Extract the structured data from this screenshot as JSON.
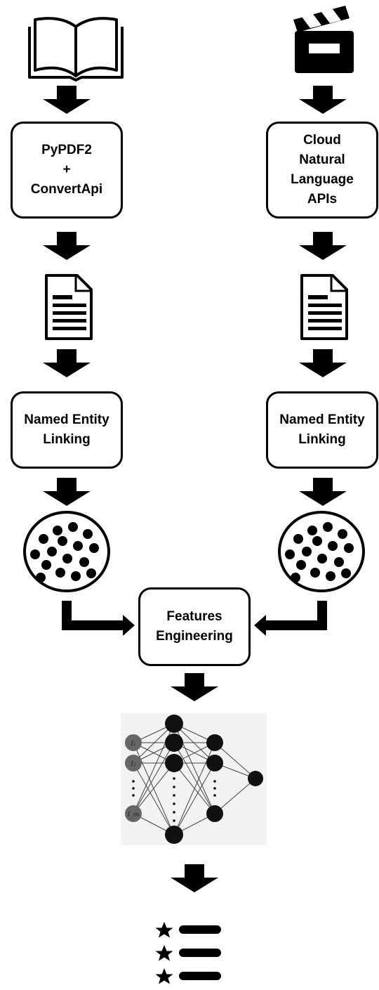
{
  "pipeline": {
    "left_process": {
      "label": "PyPDF2\n+\nConvertApi"
    },
    "right_process": {
      "label": "Cloud\nNatural\nLanguage\nAPIs"
    },
    "left_nel": {
      "label": "Named Entity\nLinking"
    },
    "right_nel": {
      "label": "Named Entity\nLinking"
    },
    "features": {
      "label": "Features\nEngineering"
    }
  },
  "icons": {
    "left_source": "open-book-icon",
    "right_source": "clapperboard-icon",
    "documents": "document-icon",
    "entity_clusters": "dot-cluster-icon",
    "model": "neural-network-icon",
    "output": "ranked-list-icon"
  },
  "neural_network": {
    "input_labels": [
      "I₁",
      "I₂",
      "I_m"
    ]
  },
  "colors": {
    "stroke": "#000000",
    "background": "#ffffff"
  }
}
